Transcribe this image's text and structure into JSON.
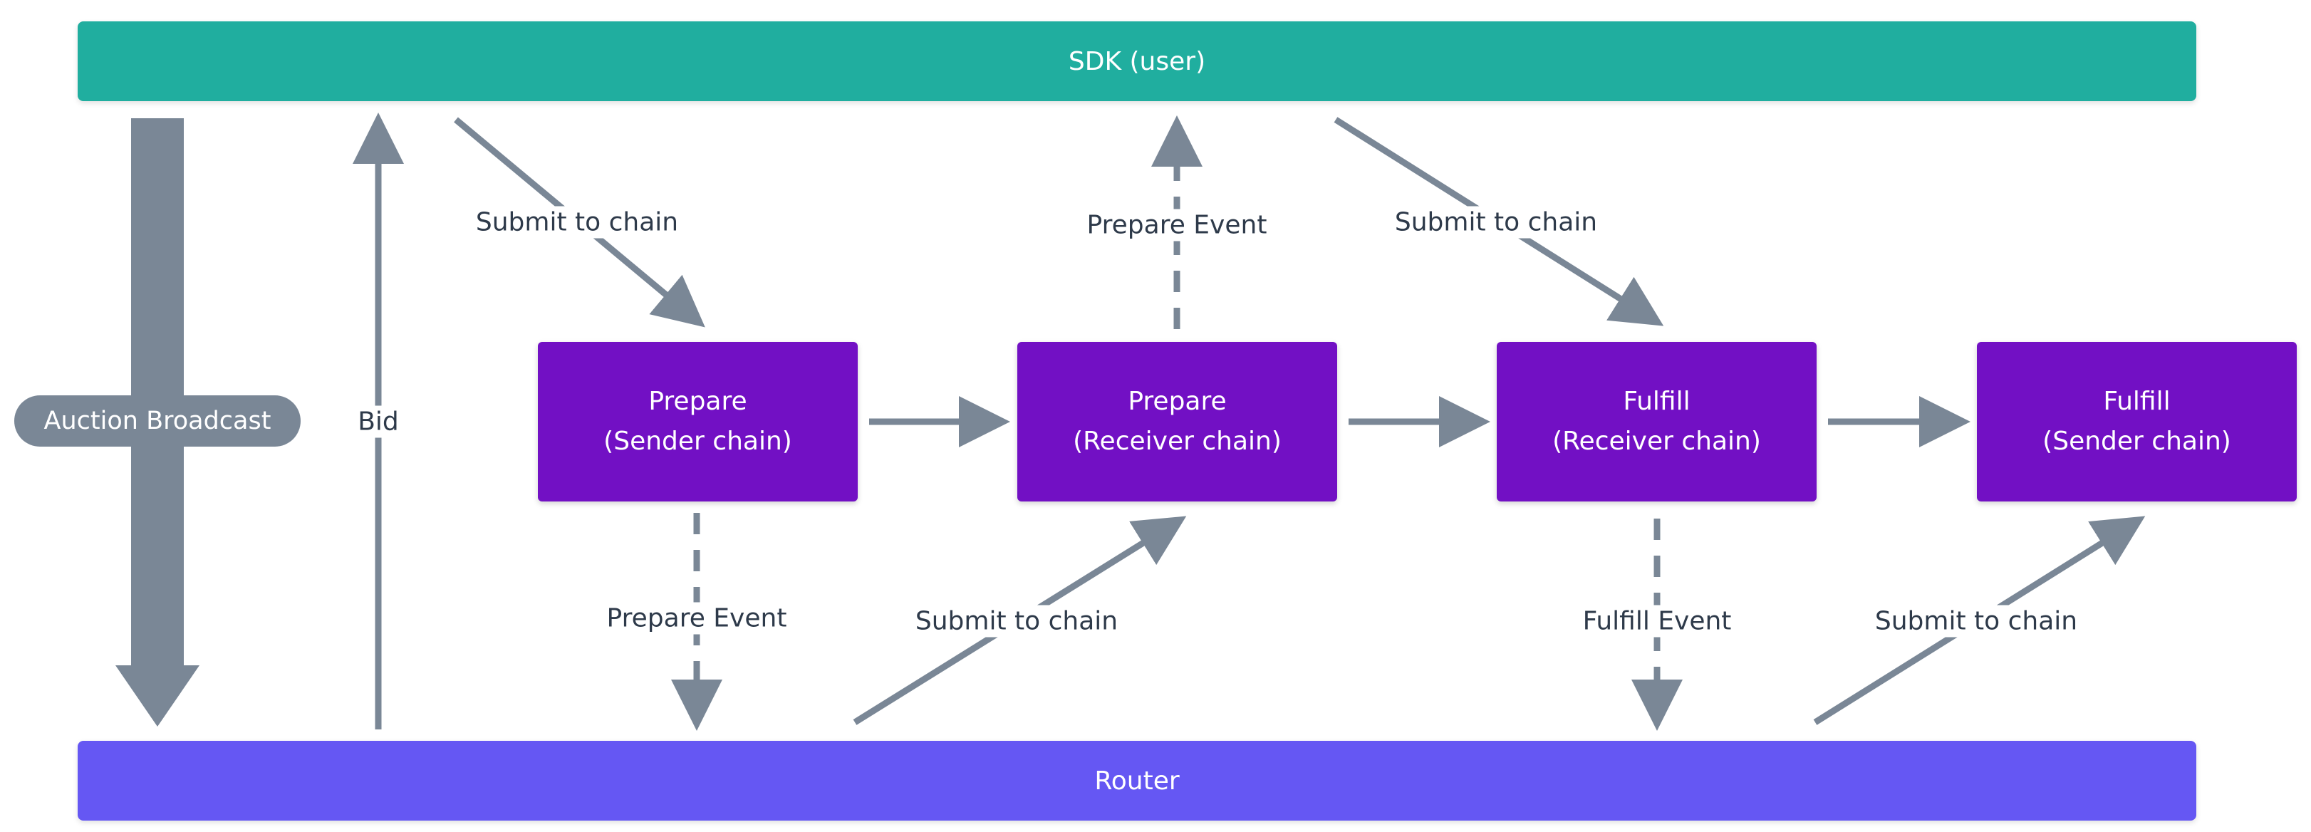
{
  "sdk_label": "SDK (user)",
  "router_label": "Router",
  "auction_label": "Auction Broadcast",
  "bid_label": "Bid",
  "boxes": [
    {
      "line1": "Prepare",
      "line2": "(Sender chain)"
    },
    {
      "line1": "Prepare",
      "line2": "(Receiver chain)"
    },
    {
      "line1": "Fulfill",
      "line2": "(Receiver chain)"
    },
    {
      "line1": "Fulfill",
      "line2": "(Sender chain)"
    }
  ],
  "labels": {
    "submit_1": "Submit to chain",
    "prepare_event_top": "Prepare Event",
    "submit_2": "Submit to chain",
    "prepare_event_bottom": "Prepare Event",
    "submit_3": "Submit to chain",
    "fulfill_event": "Fulfill Event",
    "submit_4": "Submit to chain"
  },
  "colors": {
    "sdk": "#20ae9f",
    "router": "#6557f3",
    "box": "#7210c4",
    "arrow": "#7a8796",
    "text": "#2e3a4a"
  }
}
